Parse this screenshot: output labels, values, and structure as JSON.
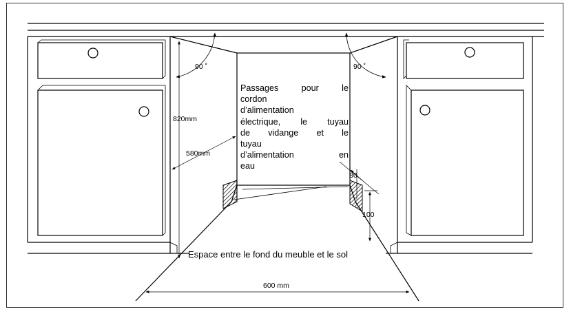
{
  "labels": {
    "angle_left": "90 ˚",
    "angle_right": "90 ˚",
    "height_820": "820mm",
    "depth_580": "580mm",
    "width_600": "600 mm",
    "dim_80": "80",
    "dim_100": "100",
    "floor_gap": "Espace entre le fond du meuble et le sol"
  },
  "passage_note": {
    "lines": [
      "Passages pour le",
      "cordon",
      "d’alimentation",
      "électrique, le tuyau",
      "de vidange et le",
      "tuyau",
      "d’alimentation en",
      "eau"
    ]
  }
}
